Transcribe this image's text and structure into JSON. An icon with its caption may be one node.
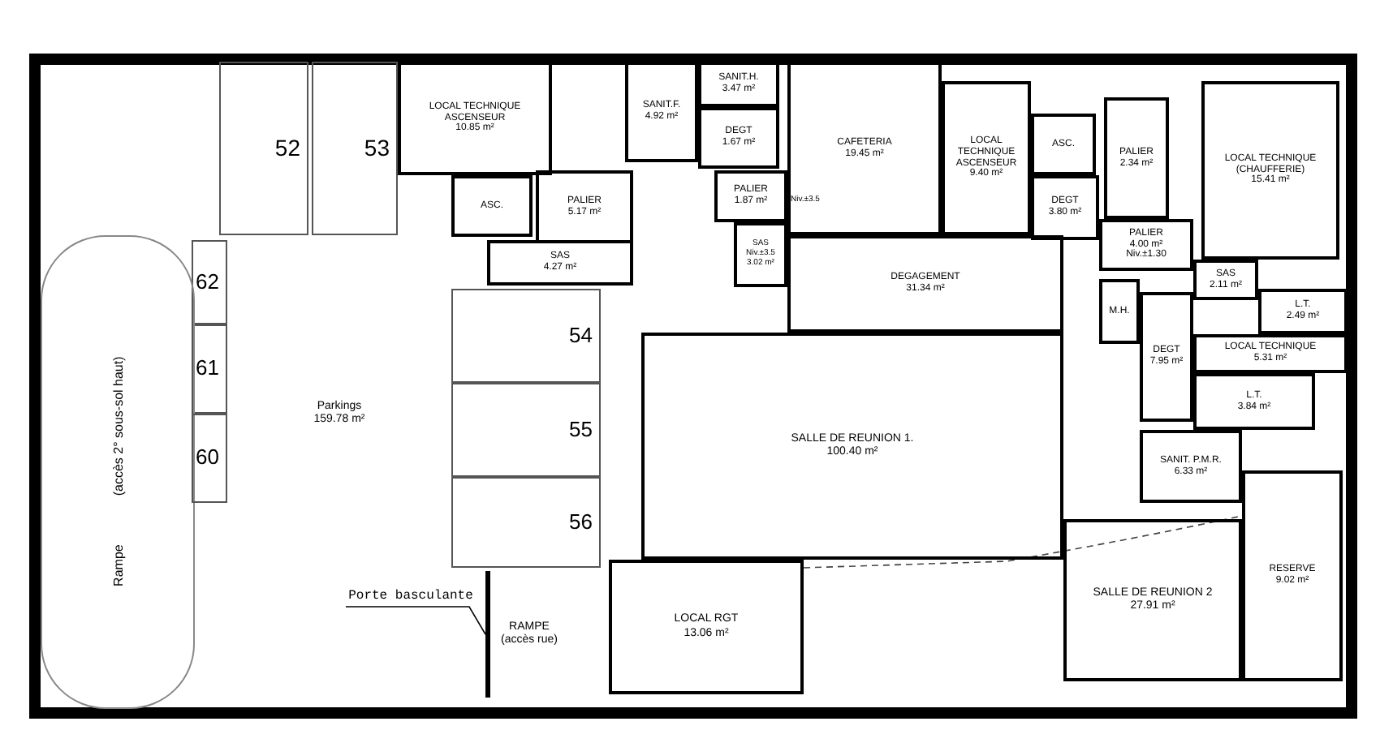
{
  "diagram": {
    "nodes": [
      {
        "text": [
          "52"
        ]
      },
      {
        "text": [
          "53"
        ]
      },
      {
        "text": [
          "LOCAL TECHNIQUE ASCENSEUR",
          "10.85 m²"
        ]
      },
      {
        "text": [
          "SANIT.F.",
          "4.92 m²"
        ]
      },
      {
        "text": [
          "SANIT.H.",
          "3.47 m²"
        ]
      },
      {
        "text": [
          "DEGT",
          "1.67 m²"
        ]
      },
      {
        "text": [
          "CAFETERIA",
          "19.45 m²"
        ]
      },
      {
        "text": [
          "LOCAL TECHNIQUE ASCENSEUR",
          "9.40 m²"
        ]
      },
      {
        "text": [
          "ASC."
        ]
      },
      {
        "text": [
          "PALIER",
          "5.17 m²"
        ]
      },
      {
        "text": [
          "PALIER",
          "1.87 m²"
        ]
      },
      {
        "text": [
          "ASC."
        ]
      },
      {
        "text": [
          "PALIER",
          "2.34 m²"
        ]
      },
      {
        "text": [
          "LOCAL TECHNIQUE (CHAUFFERIE)",
          "15.41 m²"
        ]
      },
      {
        "text": [
          "DEGT",
          "3.80 m²"
        ]
      },
      {
        "text": [
          "PALIER",
          "4.00 m²",
          "Niv.±1.30"
        ]
      },
      {
        "text": [
          "SAS",
          "4.27 m²"
        ]
      },
      {
        "text": [
          "SAS",
          "Niv.±3.5",
          "3.02 m²"
        ]
      },
      {
        "text": [
          "DEGAGEMENT",
          "31.34 m²"
        ]
      },
      {
        "text": [
          "SAS",
          "2.11 m²"
        ]
      },
      {
        "text": [
          "62"
        ]
      },
      {
        "text": [
          "M.H."
        ]
      },
      {
        "text": [
          "L.T.",
          "2.49 m²"
        ]
      },
      {
        "text": [
          "54"
        ]
      },
      {
        "text": [
          "DEGT",
          "7.95 m²"
        ]
      },
      {
        "text": [
          "LOCAL TECHNIQUE",
          "5.31 m²"
        ]
      },
      {
        "text": [
          "61"
        ]
      },
      {
        "text": [
          "Rampe",
          "(accès 2° sous-sol haut)"
        ]
      },
      {
        "text": [
          "Parkings",
          "159.78 m²"
        ]
      },
      {
        "text": [
          "SALLE DE REUNION 1.",
          "100.40 m²"
        ]
      },
      {
        "text": [
          "L.T.",
          "3.84 m²"
        ]
      },
      {
        "text": [
          "55"
        ]
      },
      {
        "text": [
          "60"
        ]
      },
      {
        "text": [
          "SANIT. P.M.R.",
          "6.33 m²"
        ]
      },
      {
        "text": [
          "56"
        ]
      },
      {
        "text": [
          "RESERVE",
          "9.02 m²"
        ]
      },
      {
        "text": [
          "Porte basculante"
        ]
      },
      {
        "text": [
          "RAMPE",
          "(accès rue)"
        ]
      },
      {
        "text": [
          "LOCAL RGT",
          "13.06 m²"
        ]
      },
      {
        "text": [
          "SALLE DE REUNION 2",
          "27.91 m²"
        ]
      },
      {
        "text": [],
        "shape": "bar"
      }
    ],
    "edges": [
      {
        "from": 36,
        "to": 40,
        "arrow": "none"
      }
    ],
    "labels": [
      "Niv.±3.5"
    ]
  }
}
